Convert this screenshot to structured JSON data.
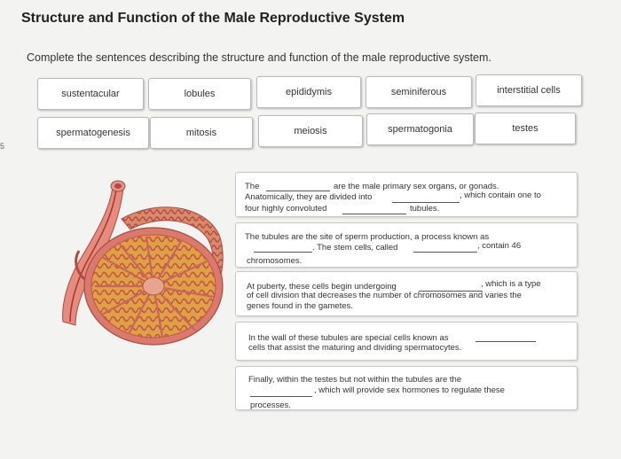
{
  "page": {
    "title": "Structure and Function of the Male Reproductive System",
    "instructions": "Complete the sentences describing the structure and function of the male reproductive system.",
    "left_marker": "5"
  },
  "word_bank": {
    "row1": [
      "sustentacular",
      "lobules",
      "epididymis",
      "seminiferous",
      "interstitial cells"
    ],
    "row2": [
      "spermatogenesis",
      "mitosis",
      "meiosis",
      "spermatogonia",
      "testes"
    ]
  },
  "sentences": {
    "s1": {
      "the": "The",
      "after_blank1": "are the male primary sex organs, or gonads.",
      "divided": "Anatomically, they are divided into",
      "contain": ", which contain one to",
      "four": "four highly convoluted",
      "tubules": "tubules."
    },
    "s2": {
      "line1": "The tubules are the site of sperm production, a process known as",
      "stem": ". The stem cells, called",
      "contain46": ", contain 46",
      "chrom": "chromosomes."
    },
    "s3": {
      "puberty": "At puberty, these cells begin undergoing",
      "type": ", which is a type",
      "line2": "of cell division that decreases the number of chromosomes and varies the",
      "line3": "genes found in the gametes."
    },
    "s4": {
      "line1": "In the wall of these tubules are special cells known as",
      "line2": "cells that assist the maturing and dividing spermatocytes."
    },
    "s5": {
      "line1": "Finally, within the testes but not within the tubules are the",
      "hormones": ", which will provide sex hormones to regulate these",
      "processes": "processes."
    }
  },
  "colors": {
    "background": "#f3f3f2",
    "chip_border": "#b9b9b9",
    "tissue_outer": "#d8776f",
    "tissue_inner": "#d9962e"
  },
  "icons": {
    "illustration": "testis-cross-section-illustration"
  }
}
